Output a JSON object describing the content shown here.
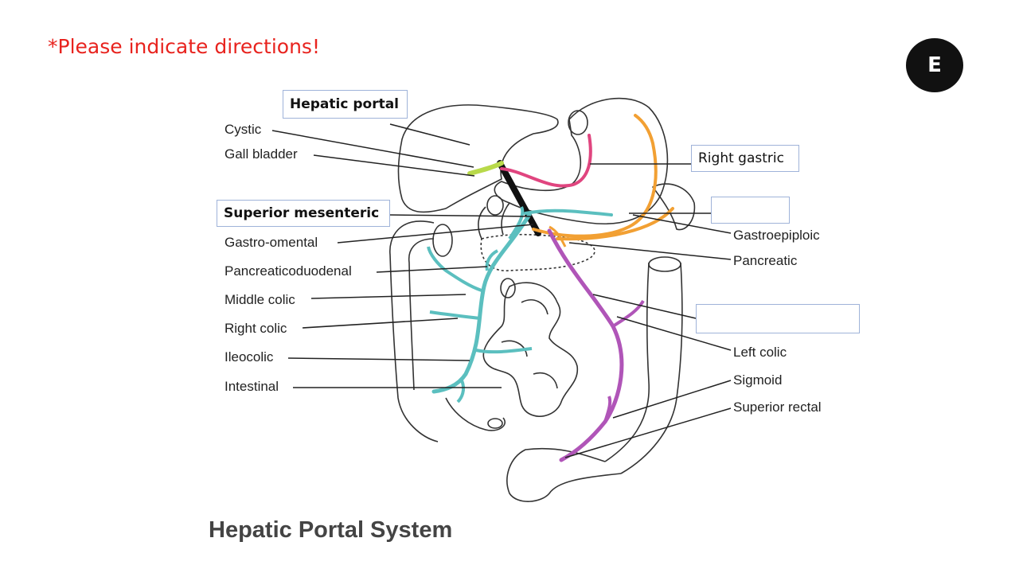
{
  "note": "*Please indicate directions!",
  "logo_text": "E",
  "caption": "Hepatic Portal System",
  "boxed_labels": {
    "hepatic_portal": "Hepatic portal",
    "superior_mesenteric": "Superior mesenteric",
    "right_gastric": "Right gastric",
    "blank_upper": "",
    "blank_lower": ""
  },
  "left_labels": {
    "cystic": "Cystic",
    "gall_bladder": "Gall bladder",
    "gastro_omental": "Gastro-omental",
    "pancreaticoduodenal": "Pancreaticoduodenal",
    "middle_colic": "Middle colic",
    "right_colic": "Right colic",
    "ileocolic": "Ileocolic",
    "intestinal": "Intestinal"
  },
  "right_labels": {
    "gastroepiploic": "Gastroepiploic",
    "pancreatic": "Pancreatic",
    "left_colic": "Left colic",
    "sigmoid": "Sigmoid",
    "superior_rectal": "Superior rectal"
  },
  "colors": {
    "note": "#e8231e",
    "cyan_vessels": "#5bbfbf",
    "orange_vessels": "#f2a033",
    "pink_vessels": "#e0457f",
    "purple_vessels": "#b055b8",
    "cystic_vessel": "#b8d94a"
  }
}
